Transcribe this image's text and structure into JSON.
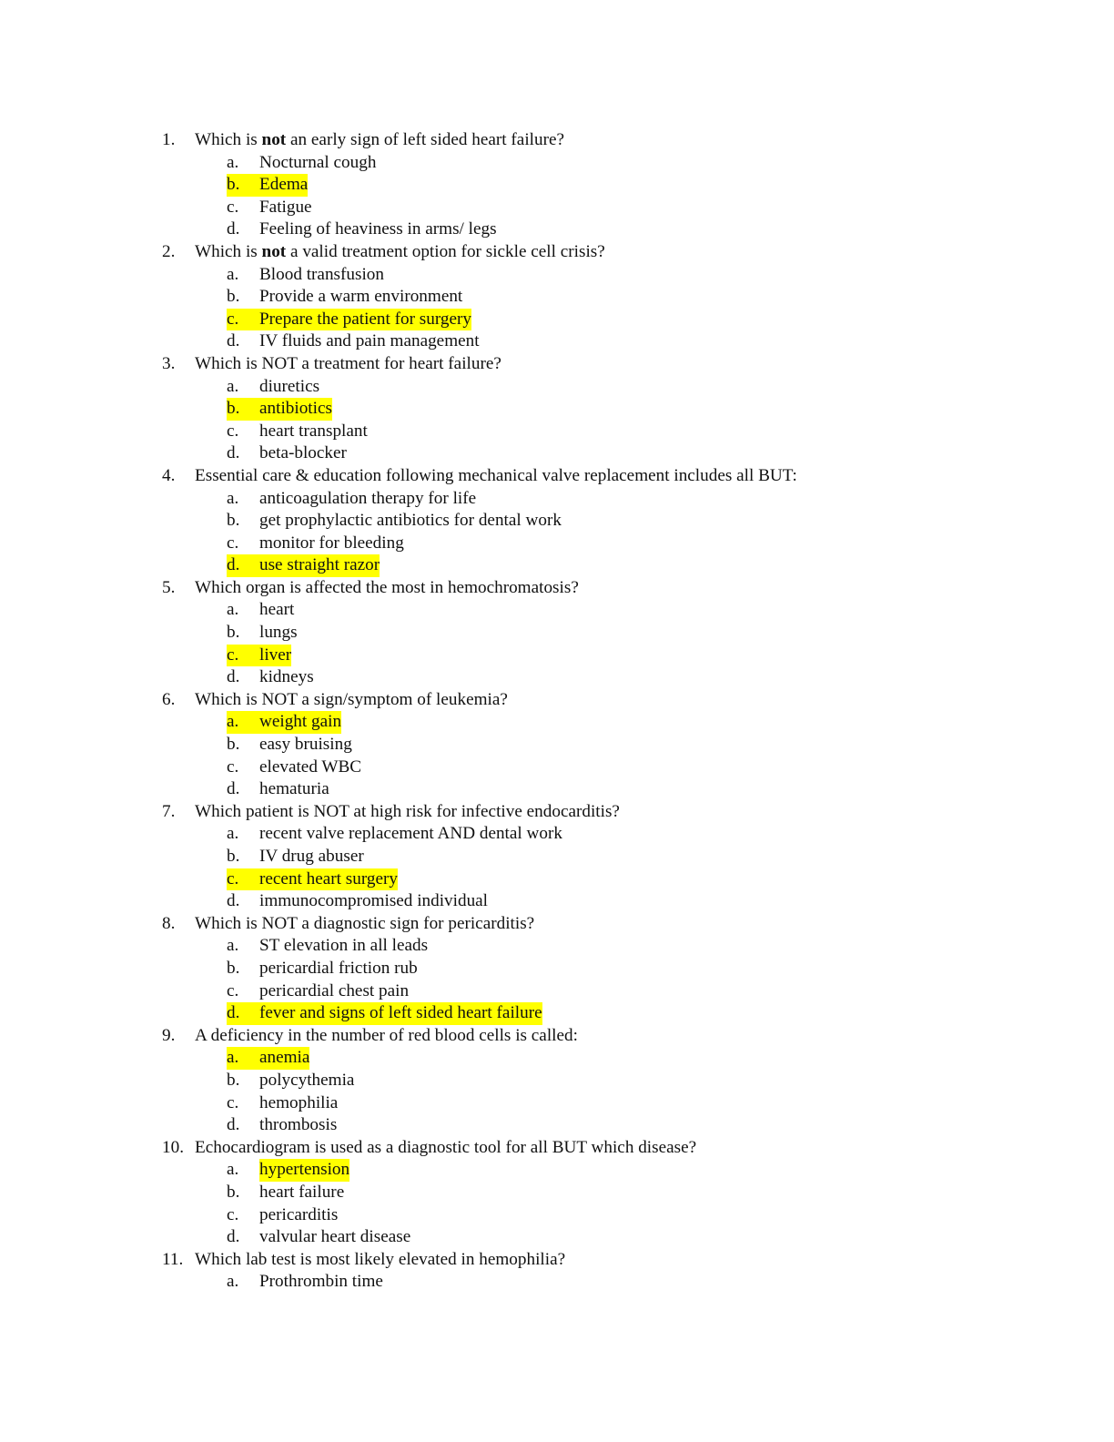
{
  "highlight_color": "#ffff00",
  "questions": [
    {
      "num": "1.",
      "pre": "Which is ",
      "bold": "not",
      "post": " an early sign of left sided heart failure?",
      "options": [
        {
          "letter": "a.",
          "text": "Nocturnal cough",
          "hl": "none"
        },
        {
          "letter": "b.",
          "text": "Edema",
          "hl": "full"
        },
        {
          "letter": "c.",
          "text": "Fatigue",
          "hl": "none"
        },
        {
          "letter": "d.",
          "text": "Feeling of heaviness in arms/ legs",
          "hl": "none"
        }
      ]
    },
    {
      "num": "2.",
      "pre": "Which is ",
      "bold": "not",
      "post": " a valid treatment option for sickle cell crisis?",
      "options": [
        {
          "letter": "a.",
          "text": "Blood transfusion",
          "hl": "none"
        },
        {
          "letter": "b.",
          "text": "Provide a warm environment",
          "hl": "none"
        },
        {
          "letter": "c.",
          "text": "Prepare the patient for surgery",
          "hl": "full"
        },
        {
          "letter": "d.",
          "text": "IV fluids and pain management",
          "hl": "none"
        }
      ]
    },
    {
      "num": "3.",
      "pre": "Which is NOT a treatment for heart failure?",
      "bold": "",
      "post": "",
      "options": [
        {
          "letter": "a.",
          "text": "diuretics",
          "hl": "none"
        },
        {
          "letter": "b.",
          "text": "antibiotics",
          "hl": "full"
        },
        {
          "letter": "c.",
          "text": "heart transplant",
          "hl": "none"
        },
        {
          "letter": "d.",
          "text": "beta-blocker",
          "hl": "none"
        }
      ]
    },
    {
      "num": "4.",
      "pre": "Essential care & education following mechanical valve replacement includes all BUT:",
      "bold": "",
      "post": "",
      "options": [
        {
          "letter": "a.",
          "text": "anticoagulation therapy for life",
          "hl": "none"
        },
        {
          "letter": "b.",
          "text": "get prophylactic antibiotics for dental work",
          "hl": "none"
        },
        {
          "letter": "c.",
          "text": "monitor for bleeding",
          "hl": "none"
        },
        {
          "letter": "d.",
          "text": "use straight razor",
          "hl": "full"
        }
      ]
    },
    {
      "num": "5.",
      "pre": "Which organ is affected the most in hemochromatosis?",
      "bold": "",
      "post": "",
      "options": [
        {
          "letter": "a.",
          "text": "heart",
          "hl": "none"
        },
        {
          "letter": "b.",
          "text": "lungs",
          "hl": "none"
        },
        {
          "letter": "c.",
          "text": "liver",
          "hl": "full"
        },
        {
          "letter": "d.",
          "text": "kidneys",
          "hl": "none"
        }
      ]
    },
    {
      "num": "6.",
      "pre": "Which is NOT a sign/symptom of leukemia?",
      "bold": "",
      "post": "",
      "options": [
        {
          "letter": "a.",
          "text": "weight gain",
          "hl": "full"
        },
        {
          "letter": "b.",
          "text": "easy bruising",
          "hl": "none"
        },
        {
          "letter": "c.",
          "text": "elevated WBC",
          "hl": "none"
        },
        {
          "letter": "d.",
          "text": "hematuria",
          "hl": "none"
        }
      ]
    },
    {
      "num": "7.",
      "pre": "Which patient is NOT at high risk for infective endocarditis?",
      "bold": "",
      "post": "",
      "options": [
        {
          "letter": "a.",
          "text": "recent valve replacement AND dental work",
          "hl": "none"
        },
        {
          "letter": "b.",
          "text": "IV drug abuser",
          "hl": "none"
        },
        {
          "letter": "c.",
          "text": "recent heart surgery",
          "hl": "full"
        },
        {
          "letter": "d.",
          "text": "immunocompromised individual",
          "hl": "none"
        }
      ]
    },
    {
      "num": "8.",
      "pre": "Which is NOT a diagnostic sign for pericarditis?",
      "bold": "",
      "post": "",
      "options": [
        {
          "letter": "a.",
          "text": "ST elevation in all leads",
          "hl": "none"
        },
        {
          "letter": "b.",
          "text": "pericardial friction rub",
          "hl": "none"
        },
        {
          "letter": "c.",
          "text": "pericardial chest pain",
          "hl": "none"
        },
        {
          "letter": "d.",
          "text": "fever and signs of left sided heart failure",
          "hl": "full"
        }
      ]
    },
    {
      "num": "9.",
      "pre": "A deficiency in the number of red blood cells is called:",
      "bold": "",
      "post": "",
      "options": [
        {
          "letter": "a.",
          "text": "anemia",
          "hl": "full"
        },
        {
          "letter": "b.",
          "text": "polycythemia",
          "hl": "none"
        },
        {
          "letter": "c.",
          "text": "hemophilia",
          "hl": "none"
        },
        {
          "letter": "d.",
          "text": "thrombosis",
          "hl": "none"
        }
      ]
    },
    {
      "num": "10.",
      "pre": "Echocardiogram is used as a diagnostic tool for all BUT which disease?",
      "bold": "",
      "post": "",
      "options": [
        {
          "letter": "a.",
          "text": "hypertension",
          "hl": "text"
        },
        {
          "letter": "b.",
          "text": "heart failure",
          "hl": "none"
        },
        {
          "letter": "c.",
          "text": "pericarditis",
          "hl": "none"
        },
        {
          "letter": "d.",
          "text": "valvular heart disease",
          "hl": "none"
        }
      ]
    },
    {
      "num": "11.",
      "pre": "Which lab test is most likely elevated in hemophilia?",
      "bold": "",
      "post": "",
      "options": [
        {
          "letter": "a.",
          "text": "Prothrombin time",
          "hl": "none"
        }
      ]
    }
  ]
}
